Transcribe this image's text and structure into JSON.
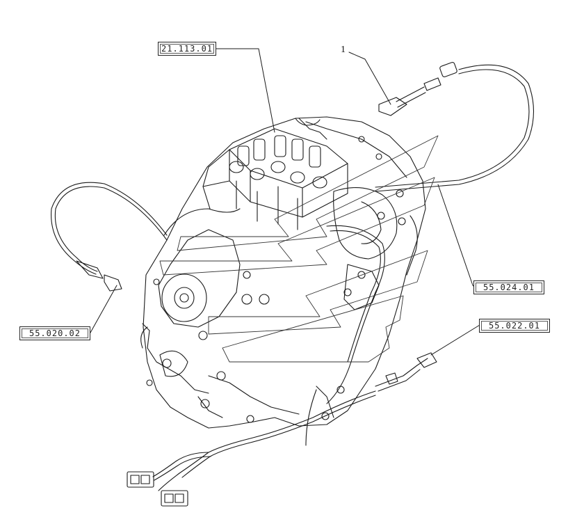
{
  "callouts": {
    "valve_block": "21.113.01",
    "item_number": "1",
    "harness_main": "55.024.01",
    "sensor_left": "55.020.02",
    "sensor_right": "55.022.01"
  },
  "colors": {
    "ink": "#1a1a1a",
    "paper": "#ffffff"
  },
  "icons": {
    "drawing": "transmission-exploded-view"
  }
}
